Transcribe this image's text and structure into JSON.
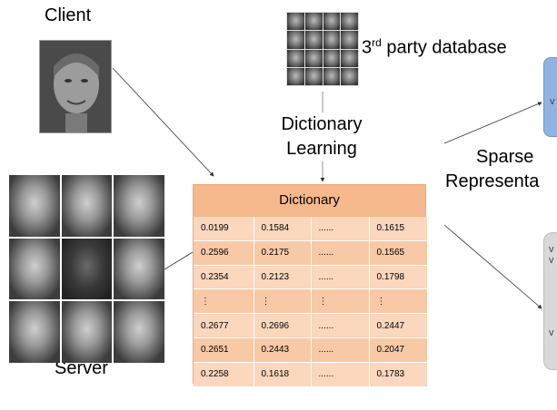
{
  "client": {
    "label": "Client"
  },
  "server": {
    "label": "Server"
  },
  "database": {
    "label": "party database",
    "ordinal_number": "3",
    "ordinal_suffix": "rd"
  },
  "dictionary_learning": {
    "line1": "Dictionary",
    "line2": "Learning"
  },
  "sparse_representation": {
    "line1": "Sparse",
    "line2": "Representa"
  },
  "dictionary": {
    "title": "Dictionary",
    "rows": [
      [
        "0.0199",
        "0.1584",
        "......",
        "0.1615"
      ],
      [
        "0.2596",
        "0.2175",
        "......",
        "0.1565"
      ],
      [
        "0.2354",
        "0.2123",
        "......",
        "0.1798"
      ],
      [
        "⋮",
        "⋮",
        "⋮",
        "⋮"
      ],
      [
        "0.2677",
        "0.2696",
        "......",
        "0.2447"
      ],
      [
        "0.2651",
        "0.2443",
        "......",
        "0.2047"
      ],
      [
        "0.2258",
        "0.1618",
        "......",
        "0.1783"
      ]
    ]
  },
  "output_blue": {
    "text": "v"
  },
  "output_gray": {
    "line1": "v",
    "line2": "v",
    "line3": "v"
  },
  "colors": {
    "table_fill": "#f8c9a6",
    "table_border": "#f0a877",
    "blue_box": "#8eb4e3",
    "gray_box": "#d9d9d9"
  }
}
